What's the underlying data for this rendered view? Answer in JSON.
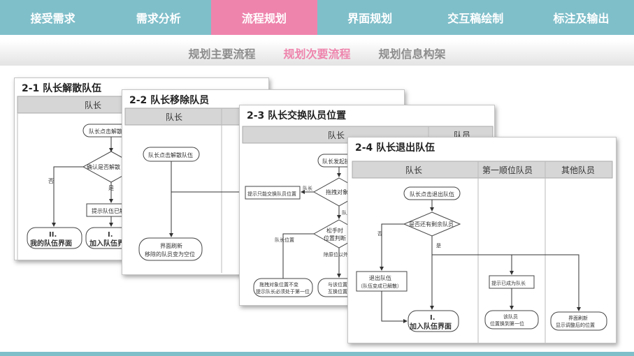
{
  "nav": {
    "tabs": [
      {
        "label": "接受需求"
      },
      {
        "label": "需求分析"
      },
      {
        "label": "流程规划",
        "active": true
      },
      {
        "label": "界面规划"
      },
      {
        "label": "交互稿绘制"
      },
      {
        "label": "标注及输出"
      }
    ],
    "active_color": "#ee84ac",
    "bar_color": "#7fbfca"
  },
  "subnav": {
    "tabs": [
      {
        "label": "规划主要流程"
      },
      {
        "label": "规划次要流程",
        "active": true
      },
      {
        "label": "规划信息构架"
      }
    ]
  },
  "cards": [
    {
      "title": "2-1 队长解散队伍",
      "lanes": [
        "队长"
      ],
      "nodes": [
        "队长点击解散",
        "确认是否解散",
        "是",
        "否",
        "提示队伍已解散",
        "II.",
        "我的队伍界面",
        "I.",
        "加入队伍界面"
      ]
    },
    {
      "title": "2-2 队长移除队员",
      "lanes": [
        "队长"
      ],
      "nodes": [
        "队长点击解散队伍",
        "界面刷新",
        "移除的队员变为空位"
      ]
    },
    {
      "title": "2-3 队长交换队员位置",
      "lanes": [
        "队长",
        "队员"
      ],
      "nodes": [
        "队长发起操作",
        "提示只能交换队员位置",
        "队长",
        "拖拽对象",
        "队员",
        "松手时",
        "位置判断",
        "队长位置",
        "除原位以外",
        "拖拽对象位置不变",
        "提示队长必须处于第一位",
        "与该位置",
        "互换位置"
      ]
    },
    {
      "title": "2-4 队长退出队伍",
      "lanes": [
        "队长",
        "第一顺位队员",
        "其他队员"
      ],
      "nodes": [
        "队长点击退出队伍",
        "是否还有剩余队员",
        "否",
        "是",
        "退出队伍",
        "（队伍变成已解散）",
        "I.",
        "加入队伍界面",
        "提示已成为队长",
        "该队员",
        "位置换到第一位",
        "界面刷新",
        "显示调整后的位置"
      ]
    }
  ]
}
